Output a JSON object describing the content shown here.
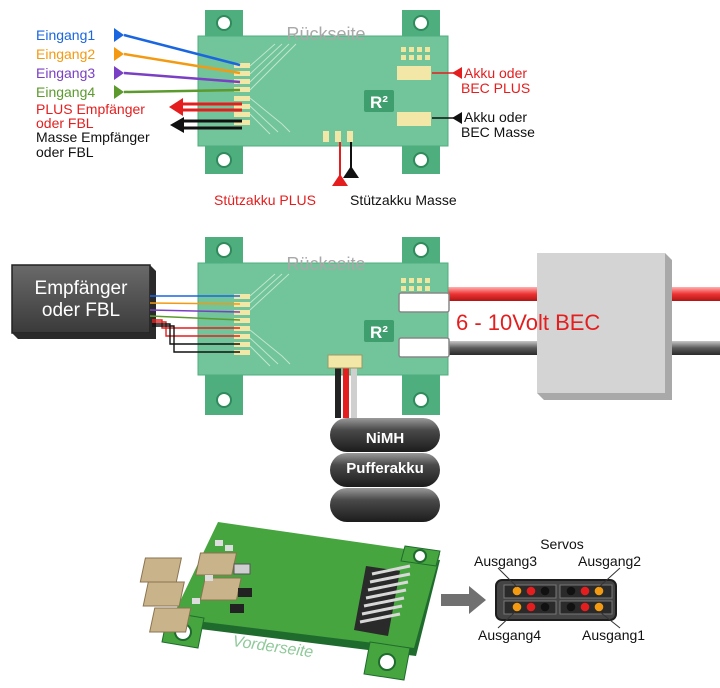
{
  "top_diagram": {
    "board_title": "Rückseite",
    "logo": "R²",
    "inputs": [
      {
        "label": "Eingang1",
        "color": "#1a66e0"
      },
      {
        "label": "Eingang2",
        "color": "#f39a12"
      },
      {
        "label": "Eingang3",
        "color": "#7a3fc4"
      },
      {
        "label": "Eingang4",
        "color": "#5c9a2e"
      }
    ],
    "plus_receiver": {
      "line1": "PLUS Empfänger",
      "line2": "oder FBL",
      "color": "#e41e1e"
    },
    "ground_receiver": {
      "line1": "Masse Empfänger",
      "line2": "oder FBL",
      "color": "#111111"
    },
    "battery_plus": {
      "line1": "Akku oder",
      "line2": "BEC PLUS",
      "color": "#e41e1e"
    },
    "battery_ground": {
      "line1": "Akku oder",
      "line2": "BEC Masse",
      "color": "#111111"
    },
    "backup_plus": "Stützakku PLUS",
    "backup_ground": "Stützakku Masse"
  },
  "middle_diagram": {
    "board_title": "Rückseite",
    "logo": "R²",
    "receiver_box": {
      "line1": "Empfänger",
      "line2": "oder FBL"
    },
    "bec_label": "6 - 10Volt BEC",
    "battery": {
      "line1": "NiMH",
      "line2": "Pufferakku"
    }
  },
  "bottom_diagram": {
    "board_label": "Vorderseite",
    "servos_title": "Servos",
    "outputs": {
      "top_left": "Ausgang3",
      "top_right": "Ausgang2",
      "bottom_left": "Ausgang4",
      "bottom_right": "Ausgang1"
    }
  },
  "colors": {
    "pcb": "#72c49a",
    "pcb_dark": "#2f8a5c",
    "red": "#e41e1e",
    "wire_red": "#ee3333",
    "bec_box": "#d4d4d4"
  }
}
